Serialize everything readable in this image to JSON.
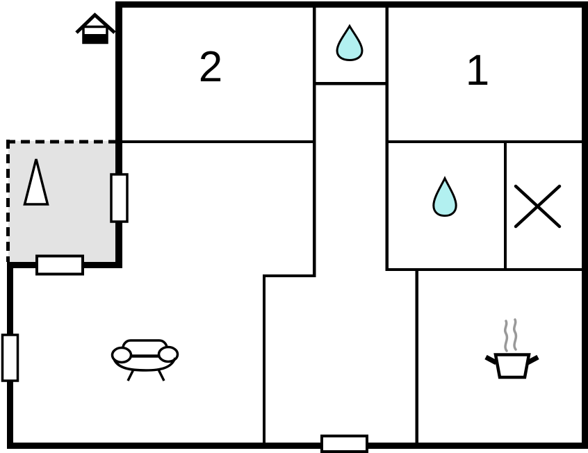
{
  "floor_plan": {
    "room_labels": [
      {
        "label": "2"
      },
      {
        "label": "1"
      }
    ],
    "icons": [
      {
        "name": "house-icon",
        "location": "outside-top-left"
      },
      {
        "name": "water-drop-icon",
        "location": "top-bathroom"
      },
      {
        "name": "water-drop-icon",
        "location": "middle-bathroom"
      },
      {
        "name": "cross-icon",
        "location": "storage-room"
      },
      {
        "name": "tree-icon",
        "location": "terrace"
      },
      {
        "name": "sofa-icon",
        "location": "living-room"
      },
      {
        "name": "cooking-pot-icon",
        "location": "kitchen"
      }
    ],
    "colors": {
      "wall": "#000000",
      "terrace_fill": "#e3e3e3",
      "water_drop_fill": "#b2f0f0",
      "steam": "#999999",
      "background": "#ffffff"
    }
  }
}
